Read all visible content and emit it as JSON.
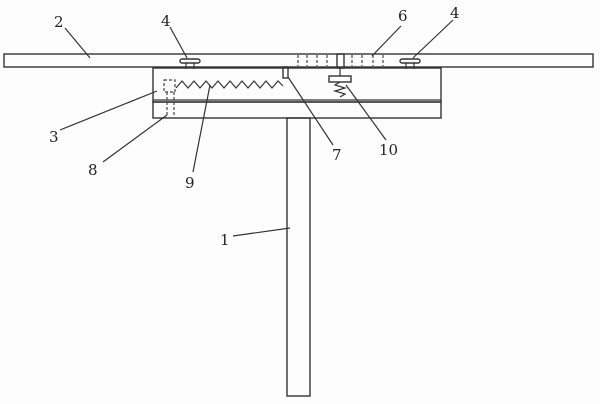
{
  "figure": {
    "callouts": {
      "n1": "1",
      "n2": "2",
      "n3": "3",
      "n4a": "4",
      "n4b": "4",
      "n6": "6",
      "n7": "7",
      "n8": "8",
      "n9": "9",
      "n10": "10"
    }
  }
}
